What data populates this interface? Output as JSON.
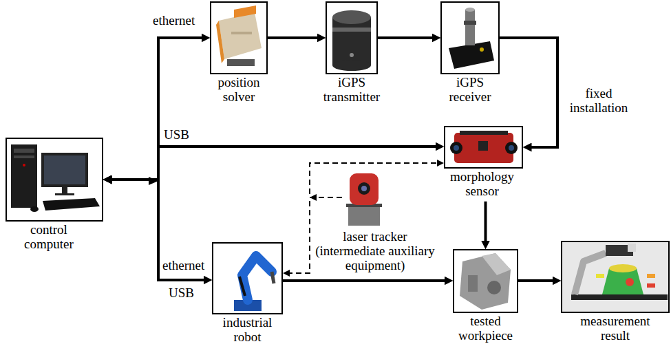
{
  "diagram": {
    "nodes": [
      {
        "text": [
          "control computer"
        ]
      },
      {
        "text": [
          "position solver"
        ]
      },
      {
        "text": [
          "iGPS transmitter"
        ]
      },
      {
        "text": [
          "iGPS receiver"
        ]
      },
      {
        "text": [
          "morphology sensor"
        ]
      },
      {
        "text": [
          "laser tracker (intermediate auxiliary equipment)"
        ]
      },
      {
        "text": [
          "industrial robot"
        ]
      },
      {
        "text": [
          "tested workpiece"
        ]
      },
      {
        "text": [
          "measurement result"
        ]
      }
    ],
    "edges": [
      {
        "from": 0,
        "to": 1,
        "label": "ethernet",
        "arrow": "both"
      },
      {
        "from": 0,
        "to": 4,
        "label": "USB",
        "arrow": "both"
      },
      {
        "from": 0,
        "to": 6,
        "label": "ethernet",
        "arrow": "both"
      },
      {
        "from": 1,
        "to": 2,
        "arrow": "to"
      },
      {
        "from": 2,
        "to": 3,
        "arrow": "to"
      },
      {
        "from": 3,
        "to": 4,
        "label": "fixed installation",
        "arrow": "to"
      },
      {
        "from": 5,
        "to": 4,
        "arrow": "to"
      },
      {
        "from": 5,
        "to": 6,
        "arrow": "to"
      },
      {
        "from": 4,
        "to": 7,
        "arrow": "to"
      },
      {
        "from": 6,
        "to": 7,
        "arrow": "to"
      },
      {
        "from": 7,
        "to": 8,
        "arrow": "to"
      }
    ],
    "labels": [
      "USB"
    ]
  }
}
